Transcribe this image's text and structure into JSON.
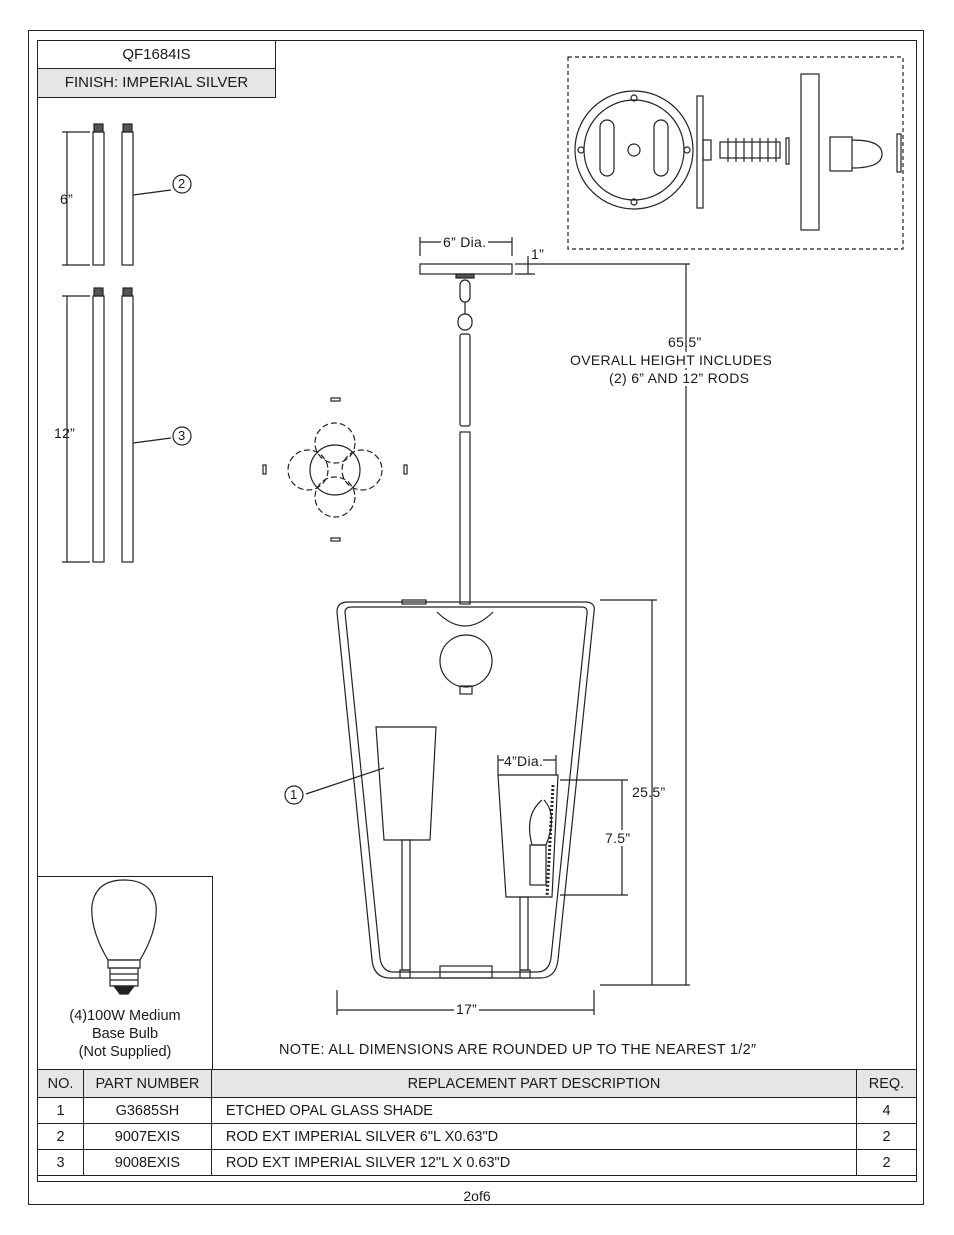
{
  "header": {
    "model": "QF1684IS",
    "finish": "FINISH: IMPERIAL SILVER"
  },
  "rods": {
    "short_length": "6”",
    "long_length": "12”",
    "callout_short": "2",
    "callout_long": "3"
  },
  "dimensions": {
    "canopy_dia": "6” Dia.",
    "canopy_height": "1”",
    "overall_height": "65.5”",
    "overall_note_1": "OVERALL HEIGHT INCLUDES",
    "overall_note_2": "(2) 6” AND 12” RODS",
    "body_height": "25.5”",
    "shade_height": "7.5”",
    "shade_dia": "4”Dia.",
    "body_width": "17”",
    "callout_shade": "1"
  },
  "bulb": {
    "line1": "(4)100W Medium",
    "line2": "Base Bulb",
    "line3": "(Not Supplied)"
  },
  "note": "NOTE:  ALL DIMENSIONS ARE ROUNDED UP TO THE NEAREST  1/2″",
  "table": {
    "headers": [
      "NO.",
      "PART NUMBER",
      "REPLACEMENT PART DESCRIPTION",
      "REQ."
    ],
    "rows": [
      {
        "no": "1",
        "part": "G3685SH",
        "desc": "ETCHED OPAL GLASS SHADE",
        "req": "4"
      },
      {
        "no": "2",
        "part": "9007EXIS",
        "desc": "ROD EXT IMPERIAL SILVER 6\"L X0.63\"D",
        "req": "2"
      },
      {
        "no": "3",
        "part": "9008EXIS",
        "desc": "ROD EXT IMPERIAL SILVER 12\"L X 0.63\"D",
        "req": "2"
      }
    ]
  },
  "page": "2of6"
}
